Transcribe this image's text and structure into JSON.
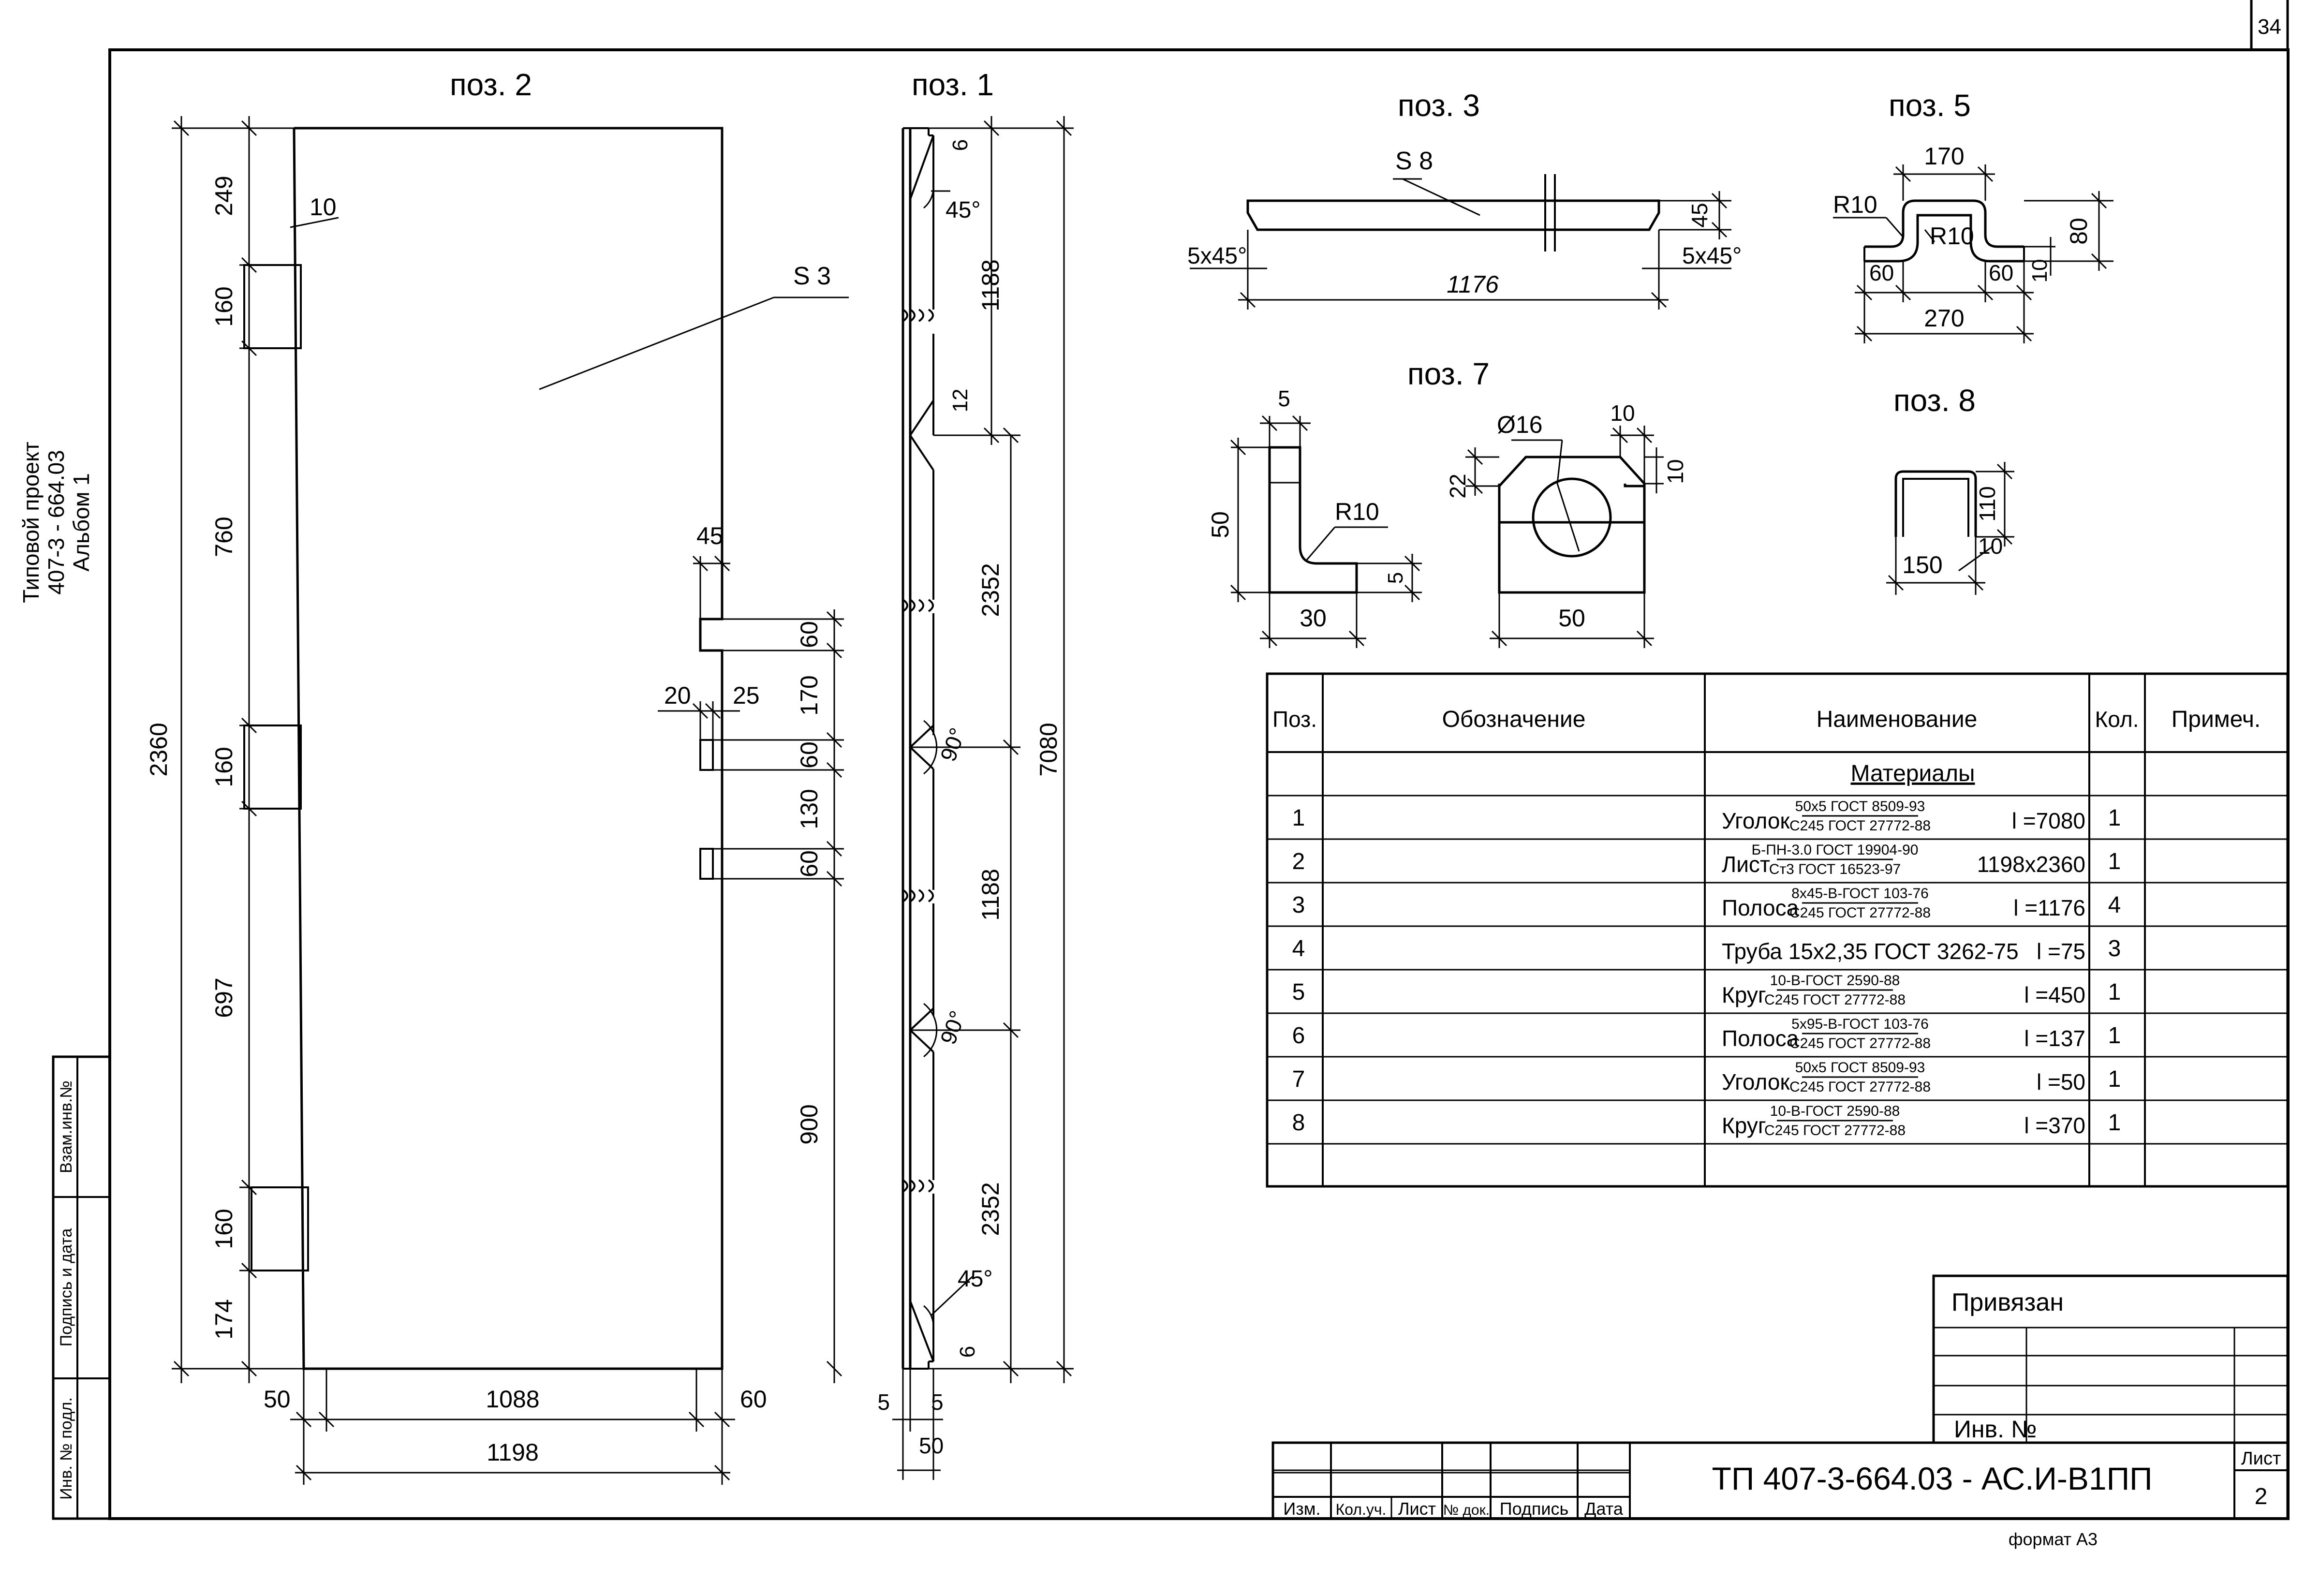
{
  "sheet_number": "34",
  "side_label": {
    "line1": "Типовой проект",
    "line2": "407-3 - 664.03",
    "line3": "Альбом 1"
  },
  "stamp_side": {
    "inv_podl": "Инв. № подл.",
    "podpis_data": "Подпись и дата",
    "vzam_inv": "Взам.инв.№"
  },
  "views": {
    "poz2": "поз. 2",
    "poz1": "поз. 1",
    "poz3": "поз. 3",
    "poz5": "поз. 5",
    "poz7": "поз. 7",
    "poz8": "поз. 8"
  },
  "poz2_dims": {
    "d249": "249",
    "d10": "10",
    "d160a": "160",
    "d760": "760",
    "d2360": "2360",
    "d160b": "160",
    "d697": "697",
    "d160c": "160",
    "d174": "174",
    "d900": "900",
    "d45": "45",
    "d60a": "60",
    "d170": "170",
    "d20": "20",
    "d25": "25",
    "d60b": "60",
    "d130": "130",
    "d60c": "60",
    "d50": "50",
    "d1088": "1088",
    "d60d": "60",
    "d1198": "1198",
    "s3": "S 3"
  },
  "poz1_dims": {
    "d6a": "6",
    "a45a": "45°",
    "d1188a": "1188",
    "d12": "12",
    "d2352a": "2352",
    "a90a": "90°",
    "d7080": "7080",
    "d1188b": "1188",
    "a90b": "90°",
    "d2352b": "2352",
    "a45b": "45°",
    "d6b": "6",
    "d5a": "5",
    "d5b": "5",
    "d50": "50"
  },
  "poz3_dims": {
    "s8": "S 8",
    "c1": "5x45°",
    "d45": "45",
    "c2": "5x45°",
    "d1176": "1176"
  },
  "poz5_dims": {
    "d170": "170",
    "r10a": "R10",
    "r10b": "R10",
    "d60a": "60",
    "d60b": "60",
    "d10": "10",
    "d80": "80",
    "d270": "270"
  },
  "poz7_dims": {
    "d5a": "5",
    "d50": "50",
    "r10": "R10",
    "d5b": "5",
    "d30": "30",
    "o16": "Ø16",
    "d10a": "10",
    "d22": "22",
    "d10b": "10",
    "d50b": "50"
  },
  "poz8_dims": {
    "d110": "110",
    "d10": "10",
    "d150": "150"
  },
  "spec": {
    "headers": [
      "Поз.",
      "Обозначение",
      "Наименование",
      "Кол.",
      "Примеч."
    ],
    "section": "Материалы",
    "rows": [
      {
        "pos": "1",
        "name": "Уголок",
        "top": "50х5 ГОСТ 8509-93",
        "bottom": "С245 ГОСТ 27772-88",
        "size": "l =7080",
        "qty": "1"
      },
      {
        "pos": "2",
        "name": "Лист",
        "top": "Б-ПН-3.0 ГОСТ 19904-90",
        "bottom": "Ст3 ГОСТ 16523-97",
        "size": "1198х2360",
        "qty": "1"
      },
      {
        "pos": "3",
        "name": "Полоса",
        "top": "8х45-В-ГОСТ 103-76",
        "bottom": "С245 ГОСТ 27772-88",
        "size": "l =1176",
        "qty": "4"
      },
      {
        "pos": "4",
        "name": "Труба 15х2,35  ГОСТ 3262-75",
        "top": "",
        "bottom": "",
        "size": "l =75",
        "qty": "3"
      },
      {
        "pos": "5",
        "name": "Круг",
        "top": "10-В-ГОСТ 2590-88",
        "bottom": "С245 ГОСТ 27772-88",
        "size": "l =450",
        "qty": "1"
      },
      {
        "pos": "6",
        "name": "Полоса",
        "top": "5х95-В-ГОСТ 103-76",
        "bottom": "С245 ГОСТ 27772-88",
        "size": "l =137",
        "qty": "1"
      },
      {
        "pos": "7",
        "name": "Уголок",
        "top": "50х5 ГОСТ 8509-93",
        "bottom": "С245 ГОСТ 27772-88",
        "size": "l =50",
        "qty": "1"
      },
      {
        "pos": "8",
        "name": "Круг",
        "top": "10-В-ГОСТ 2590-88",
        "bottom": "С245 ГОСТ 27772-88",
        "size": "l =370",
        "qty": "1"
      }
    ]
  },
  "privyazan": {
    "title": "Привязан",
    "inv": "Инв. №"
  },
  "title_block": {
    "cols": [
      "Изм.",
      "Кол.уч.",
      "Лист",
      "№ док.",
      "Подпись",
      "Дата"
    ],
    "code": "ТП   407-3-664.03 - АС.И-В1ПП",
    "list_label": "Лист",
    "list_num": "2"
  },
  "format": "формат А3"
}
